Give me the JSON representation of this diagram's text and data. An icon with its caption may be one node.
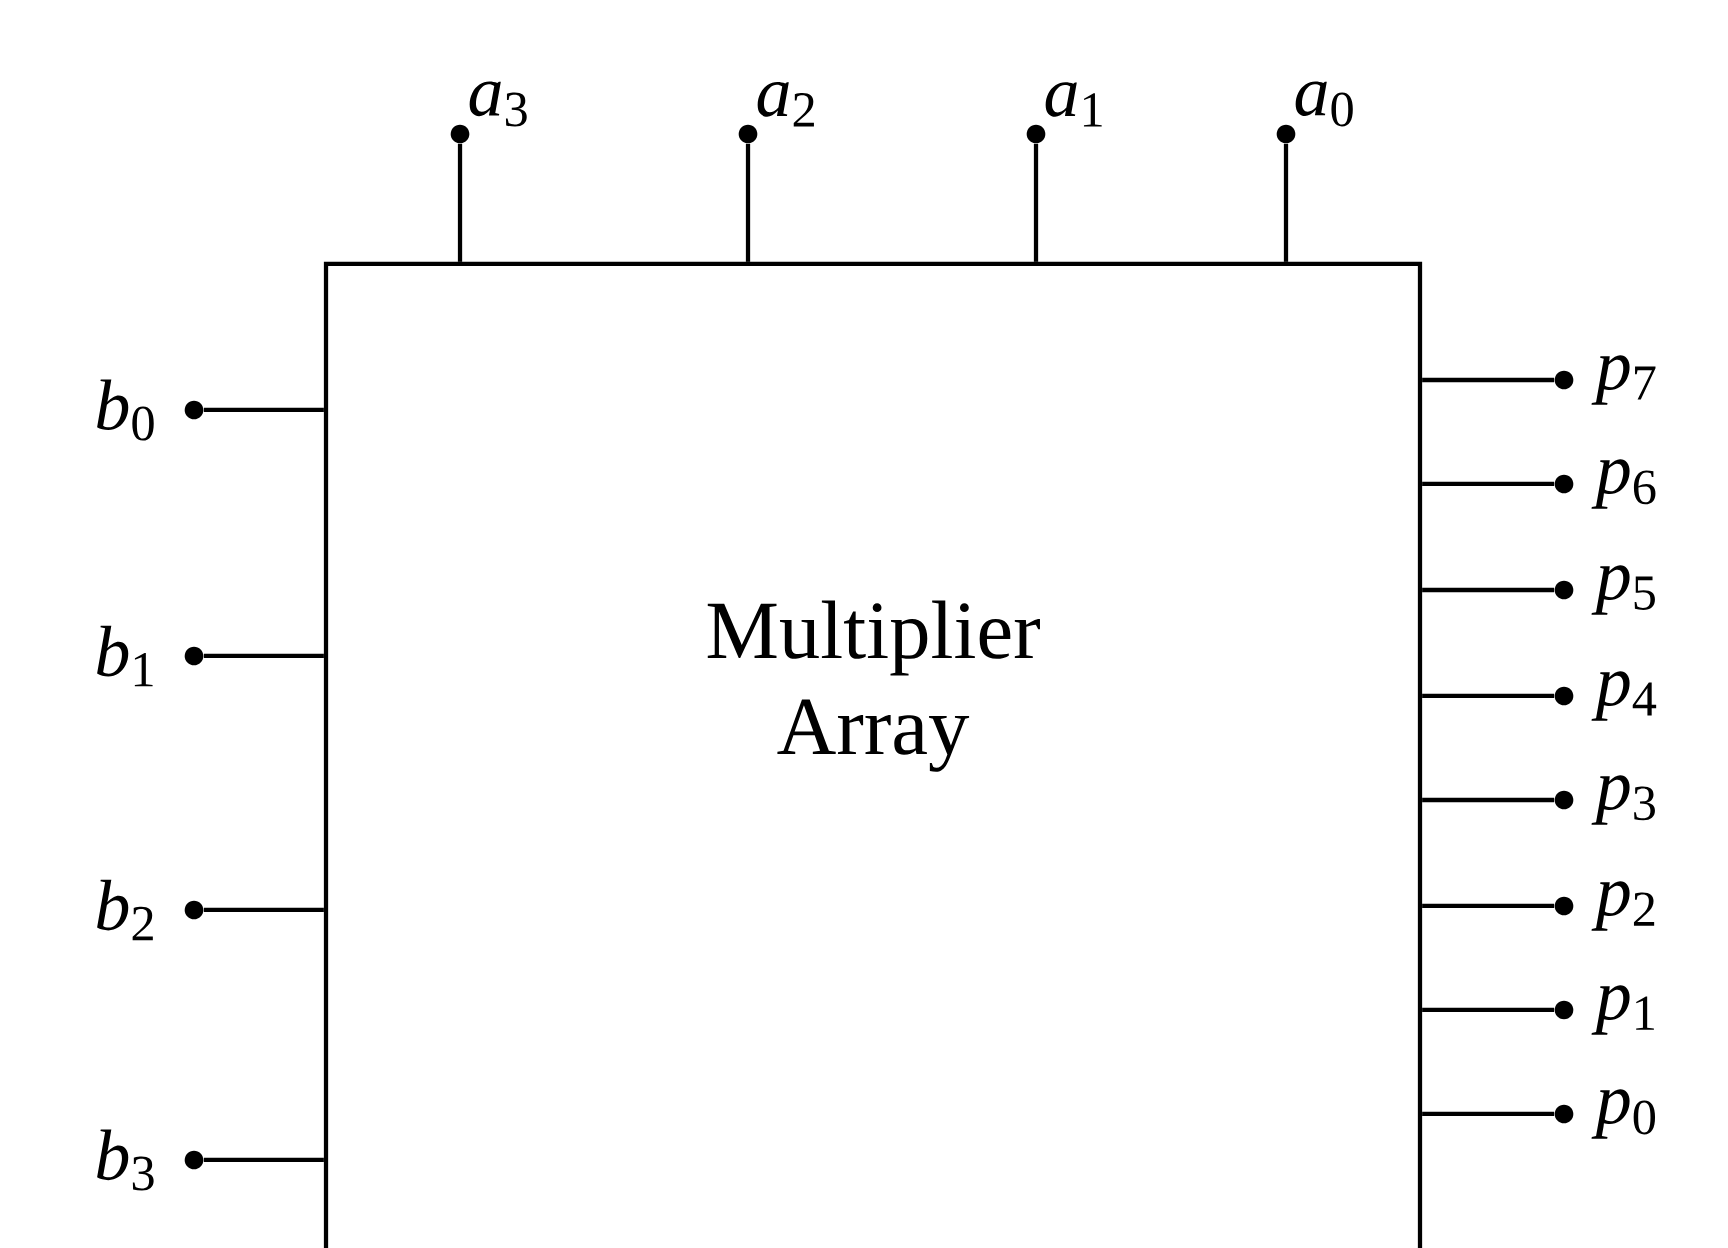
{
  "diagram": {
    "nodes": [
      {
        "text": [
          "Multiplier Array"
        ]
      },
      {
        "text": [
          "*a*$_{3}$"
        ]
      },
      {
        "text": [
          "*a*$_{2}$"
        ]
      },
      {
        "text": [
          "*a*$_{1}$"
        ]
      },
      {
        "text": [
          "*a*$_{0}$"
        ]
      },
      {
        "text": [
          "*b*$_{0}$"
        ]
      },
      {
        "text": [
          "*b*$_{1}$"
        ]
      },
      {
        "text": [
          "*b*$_{2}$"
        ]
      },
      {
        "text": [
          "*b*$_{3}$"
        ]
      },
      {
        "text": [
          "*p*$_{7}$"
        ]
      },
      {
        "text": [
          "*p*$_{6}$"
        ]
      },
      {
        "text": [
          "*p*$_{5}$"
        ]
      },
      {
        "text": [
          "*p*$_{4}$"
        ]
      },
      {
        "text": [
          "*p*$_{3}$"
        ]
      },
      {
        "text": [
          "*p*$_{2}$"
        ]
      },
      {
        "text": [
          "*p*$_{1}$"
        ]
      },
      {
        "text": [
          "*p*$_{0}$"
        ]
      }
    ],
    "edges": [
      {
        "from": 1,
        "to": 0,
        "arrow": "none"
      },
      {
        "from": 2,
        "to": 0,
        "arrow": "none"
      },
      {
        "from": 3,
        "to": 0,
        "arrow": "none"
      },
      {
        "from": 4,
        "to": 0,
        "arrow": "none"
      },
      {
        "from": 5,
        "to": 0,
        "arrow": "none"
      },
      {
        "from": 6,
        "to": 0,
        "arrow": "none"
      },
      {
        "from": 7,
        "to": 0,
        "arrow": "none"
      },
      {
        "from": 8,
        "to": 0,
        "arrow": "none"
      },
      {
        "from": 0,
        "to": 9,
        "arrow": "none"
      },
      {
        "from": 0,
        "to": 10,
        "arrow": "none"
      },
      {
        "from": 0,
        "to": 11,
        "arrow": "none"
      },
      {
        "from": 0,
        "to": 12,
        "arrow": "none"
      },
      {
        "from": 0,
        "to": 13,
        "arrow": "none"
      },
      {
        "from": 0,
        "to": 14,
        "arrow": "none"
      },
      {
        "from": 0,
        "to": 15,
        "arrow": "none"
      },
      {
        "from": 0,
        "to": 16,
        "arrow": "none"
      }
    ]
  }
}
